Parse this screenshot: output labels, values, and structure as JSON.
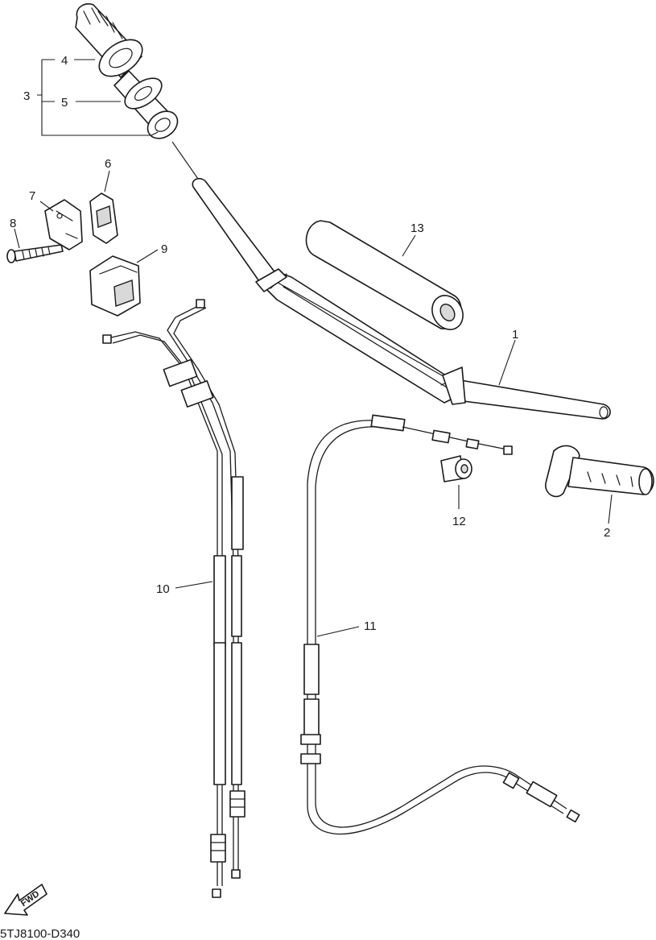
{
  "diagram": {
    "drawing_code": "5TJ8100-D340",
    "fwd_label": "FWD",
    "callouts": {
      "c1": "1",
      "c2": "2",
      "c3": "3",
      "c4": "4",
      "c5": "5",
      "c6": "6",
      "c7": "7",
      "c8": "8",
      "c9": "9",
      "c10": "10",
      "c11": "11",
      "c12": "12",
      "c13": "13"
    }
  }
}
